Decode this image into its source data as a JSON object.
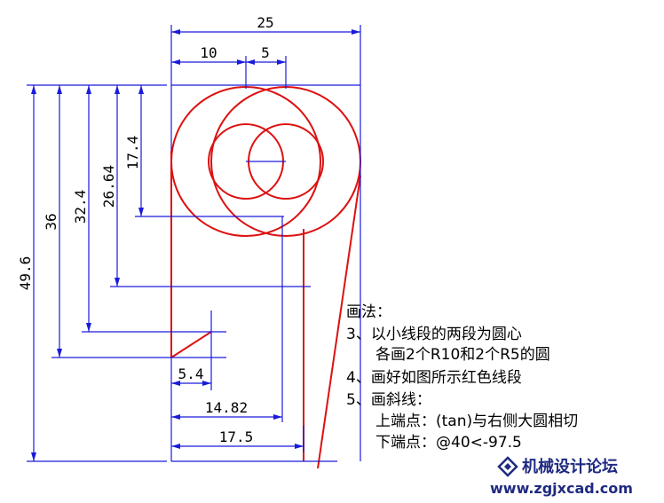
{
  "dimensions": {
    "top": {
      "total": "25",
      "left": "10",
      "mid": "5"
    },
    "left": {
      "d1": "49.6",
      "d2": "36",
      "d3": "32.4",
      "d4": "26.64",
      "d5": "17.4"
    },
    "bottom": {
      "b1": "5.4",
      "b2": "14.82",
      "b3": "17.5"
    }
  },
  "notes": {
    "heading": "画法：",
    "step3_line1": "3、以小线段的两段为圆心",
    "step3_line2": "各画2个R10和2个R5的圆",
    "step4": "4、画好如图所示红色线段",
    "step5": "5、画斜线：",
    "step5_upper": "上端点：(tan)与右侧大圆相切",
    "step5_lower": "下端点：@40<-97.5"
  },
  "watermark": {
    "title": "机械设计论坛",
    "url": "www.zgjxcad.com"
  },
  "colors": {
    "geometry": "#dd1111",
    "dimension": "#1a1adc",
    "text": "#000000",
    "watermark": "#1f2a80"
  }
}
